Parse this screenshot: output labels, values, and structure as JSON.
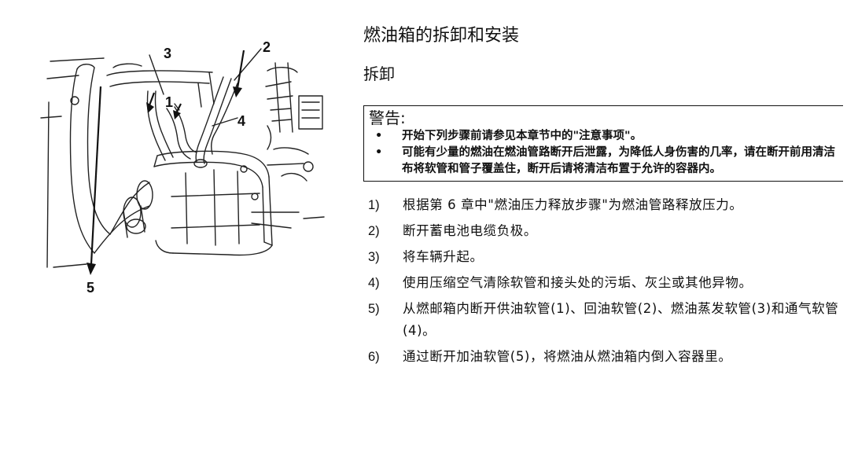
{
  "figure": {
    "callouts": [
      "1",
      "2",
      "3",
      "4",
      "5"
    ]
  },
  "title": "燃油箱的拆卸和安装",
  "subtitle": "拆卸",
  "warning": {
    "title": "警告:",
    "items": [
      "开始下列步骤前请参见本章节中的\"注意事项\"。",
      "可能有少量的燃油在燃油管路断开后泄露，为降低人身伤害的几率，请在断开前用清洁布将软管和管子覆盖住，断开后请将清洁布置于允许的容器内。"
    ]
  },
  "steps": [
    {
      "num": "1)",
      "text": "根据第 6 章中\"燃油压力释放步骤\"为燃油管路释放压力。"
    },
    {
      "num": "2)",
      "text": "断开蓄电池电缆负极。"
    },
    {
      "num": "3)",
      "text": "将车辆升起。"
    },
    {
      "num": "4)",
      "text": "使用压缩空气清除软管和接头处的污垢、灰尘或其他异物。"
    },
    {
      "num": "5)",
      "text": "从燃邮箱内断开供油软管(1)、回油软管(2)、燃油蒸发软管(3)和通气软管(4)。"
    },
    {
      "num": "6)",
      "text": "通过断开加油软管(5)，将燃油从燃油箱内倒入容器里。"
    }
  ]
}
